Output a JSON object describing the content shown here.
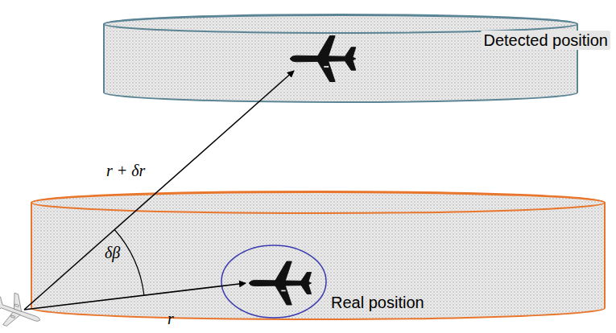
{
  "diagram": {
    "nodes": [
      {
        "text": [
          "Detected position"
        ]
      },
      {
        "text": [
          "Real position"
        ]
      }
    ],
    "labels": [
      "r + δr",
      "δβ",
      "r"
    ]
  }
}
